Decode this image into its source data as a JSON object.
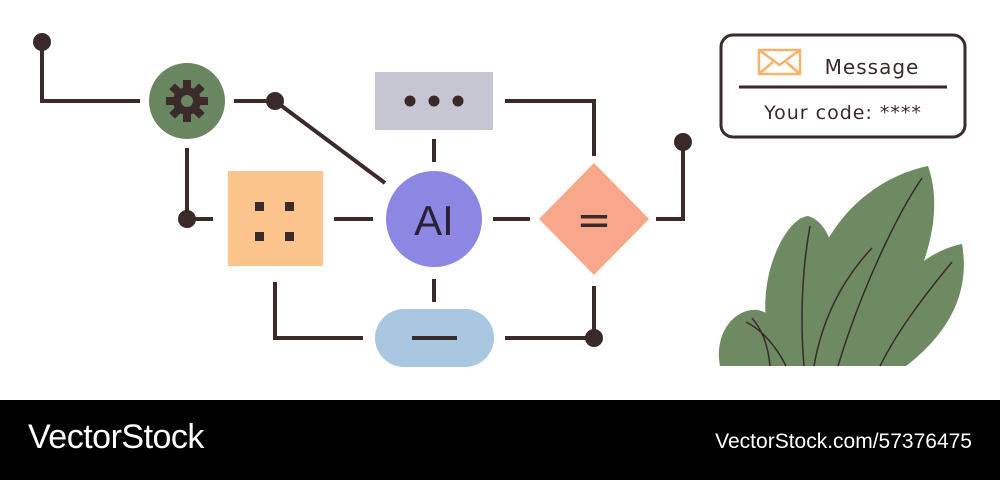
{
  "diagram": {
    "center_node_label": "AI",
    "diamond_node_label": "=",
    "pill_node_label": "—",
    "top_rect_label": "• • •",
    "colors": {
      "line": "#3a2a2a",
      "gear_circle": "#6a8660",
      "ai_circle": "#8b87e2",
      "top_rect": "#c6c6d2",
      "left_square": "#fcc58e",
      "diamond": "#f8a78a",
      "pill": "#a9c7e0",
      "envelope": "#f6b26b",
      "plant": "#6e8a62"
    },
    "icons": [
      "gear-icon",
      "four-dots-icon",
      "three-dots-icon",
      "envelope-icon",
      "plant-illustration"
    ]
  },
  "message_card": {
    "title": "Message",
    "code_text": "Your code: ****"
  },
  "footer": {
    "brand": "VectorStock",
    "stock_id": "VectorStock.com/57376475"
  }
}
